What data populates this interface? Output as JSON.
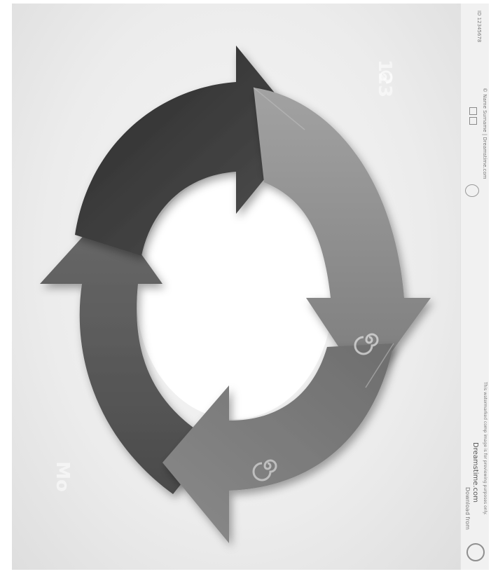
{
  "watermarks": {
    "top_right": "123",
    "bottom_left": "Mo"
  },
  "credits": {
    "download_line": "Download from",
    "site": "Dreamstime.com",
    "notice": "This watermarked comp image is for previewing purposes only.",
    "id_line": "ID 12345678",
    "copyright_line": "© Name Surname | Dreamstime.com"
  },
  "colors": {
    "arrow_top": "#3c3c3c",
    "arrow_right": "#8d8d8d",
    "arrow_bottom": "#7a7a7a",
    "arrow_left": "#5e5e5e"
  },
  "icons": [
    "spiral-icon",
    "spiral-icon",
    "stamp-icon"
  ]
}
